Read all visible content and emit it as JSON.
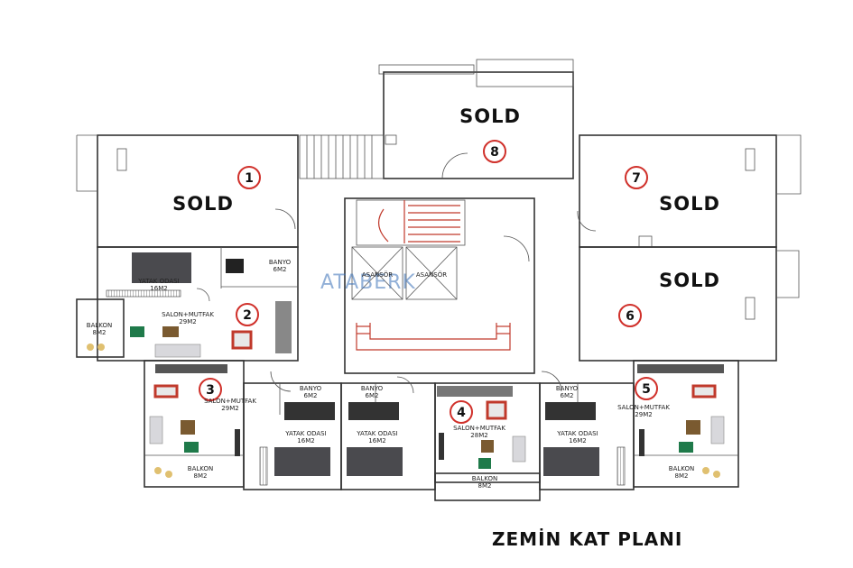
{
  "title": "ZEMİN KAT PLANI",
  "watermark": "ATABERK",
  "colors": {
    "unit_circle": "#d0302a",
    "wall": "#333333",
    "stair": "#c0392b",
    "watermark": "#3a70b8"
  },
  "units": [
    {
      "number": "1",
      "status": "SOLD"
    },
    {
      "number": "2",
      "status": ""
    },
    {
      "number": "3",
      "status": ""
    },
    {
      "number": "4",
      "status": ""
    },
    {
      "number": "5",
      "status": ""
    },
    {
      "number": "6",
      "status": "SOLD"
    },
    {
      "number": "7",
      "status": "SOLD"
    },
    {
      "number": "8",
      "status": "SOLD"
    }
  ],
  "rooms": {
    "u2_yatak": {
      "name": "YATAK ODASI",
      "area": "16M2"
    },
    "u2_banyo": {
      "name": "BANYO",
      "area": "6M2"
    },
    "u2_salon": {
      "name": "SALON+MUTFAK",
      "area": "29M2"
    },
    "u2_balkon": {
      "name": "BALKON",
      "area": "8M2"
    },
    "u3_salon": {
      "name": "SALON+MUTFAK",
      "area": "29M2"
    },
    "u3_balkon": {
      "name": "BALKON",
      "area": "8M2"
    },
    "u3_banyo": {
      "name": "BANYO",
      "area": "6M2"
    },
    "u3_yatak": {
      "name": "YATAK ODASI",
      "area": "16M2"
    },
    "u4_banyo": {
      "name": "BANYO",
      "area": "6M2"
    },
    "u4_yatak": {
      "name": "YATAK ODASI",
      "area": "16M2"
    },
    "u4_salon": {
      "name": "SALON+MUTFAK",
      "area": "28M2"
    },
    "u4_balkon": {
      "name": "BALKON",
      "area": "8M2"
    },
    "u5_banyo": {
      "name": "BANYO",
      "area": "6M2"
    },
    "u5_yatak": {
      "name": "YATAK ODASI",
      "area": "16M2"
    },
    "u5_salon": {
      "name": "SALON+MUTFAK",
      "area": "29M2"
    },
    "u5_balkon": {
      "name": "BALKON",
      "area": "8M2"
    }
  },
  "elevators": [
    "ASANSÖR",
    "ASANSÖR"
  ]
}
